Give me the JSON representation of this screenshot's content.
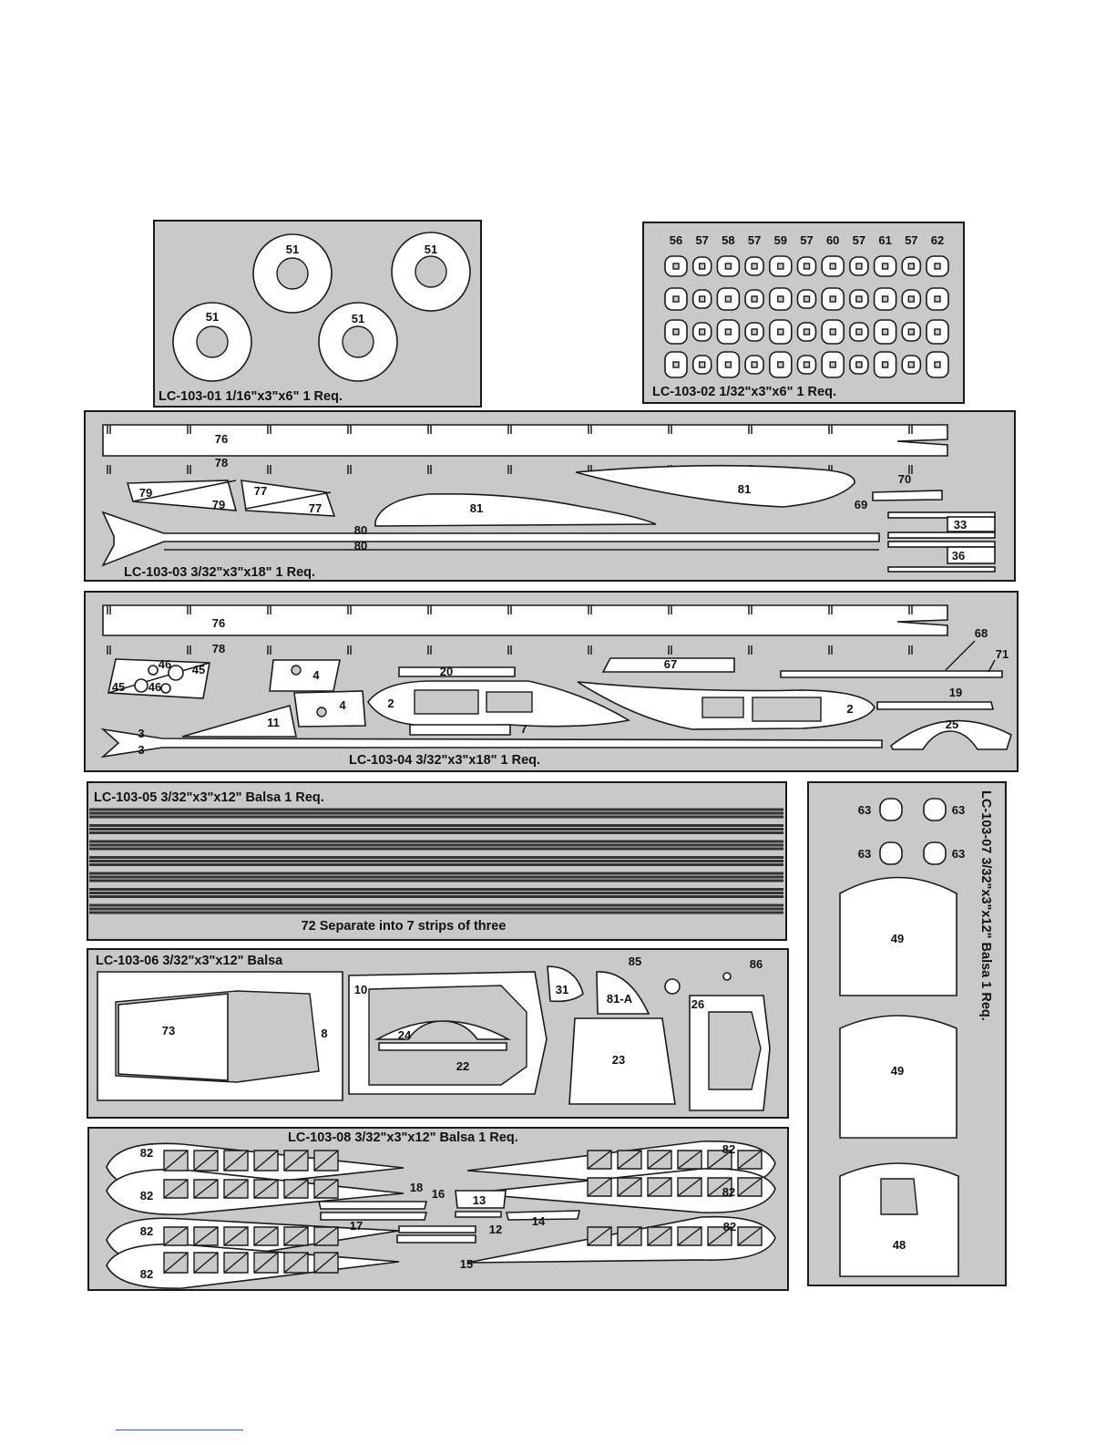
{
  "sheets": {
    "s01": {
      "caption": "LC-103-01 1/16\"x3\"x6\" 1 Req.",
      "washer_label": "51"
    },
    "s02": {
      "caption": "LC-103-02 1/32\"x3\"x6\" 1 Req.",
      "column_labels": [
        "56",
        "57",
        "58",
        "57",
        "59",
        "57",
        "60",
        "57",
        "61",
        "57",
        "62"
      ]
    },
    "s03": {
      "caption": "LC-103-03 3/32\"x3\"x18\" 1 Req.",
      "labels": {
        "p76": "76",
        "p78": "78",
        "p79a": "79",
        "p79b": "79",
        "p77a": "77",
        "p77b": "77",
        "p81a": "81",
        "p81b": "81",
        "p70": "70",
        "p69": "69",
        "p80a": "80",
        "p80b": "80",
        "p33": "33",
        "p36": "36"
      }
    },
    "s04": {
      "caption": "LC-103-04 3/32\"x3\"x18\" 1 Req.",
      "labels": {
        "p76": "76",
        "p78": "78",
        "p46a": "46",
        "p45a": "45",
        "p45b": "45",
        "p46b": "46",
        "p4a": "4",
        "p4b": "4",
        "p20": "20",
        "p67": "67",
        "p68": "68",
        "p71": "71",
        "p19": "19",
        "p2a": "2",
        "p2b": "2",
        "p11": "11",
        "p7": "7",
        "p25": "25",
        "p3a": "3",
        "p3b": "3"
      }
    },
    "s05": {
      "caption": "LC-103-05 3/32\"x3\"x12\" Balsa 1 Req.",
      "note": "72 Separate into 7 strips of three"
    },
    "s06": {
      "caption": "LC-103-06 3/32\"x3\"x12\" Balsa",
      "labels": {
        "p73": "73",
        "p8": "8",
        "p10": "10",
        "p24": "24",
        "p22": "22",
        "p31": "31",
        "p81A": "81-A",
        "p85": "85",
        "p86": "86",
        "p23": "23",
        "p26": "26"
      }
    },
    "s07": {
      "caption": "LC-103-07 3/32\"x3\"x12\" Balsa 1 Req.",
      "labels": {
        "p63": "63",
        "p49": "49",
        "p48": "48"
      }
    },
    "s08": {
      "caption": "LC-103-08 3/32\"x3\"x12\" Balsa 1 Req.",
      "labels": {
        "p82": "82",
        "p18": "18",
        "p16": "16",
        "p13": "13",
        "p17": "17",
        "p12": "12",
        "p14": "14",
        "p15": "15"
      }
    }
  }
}
